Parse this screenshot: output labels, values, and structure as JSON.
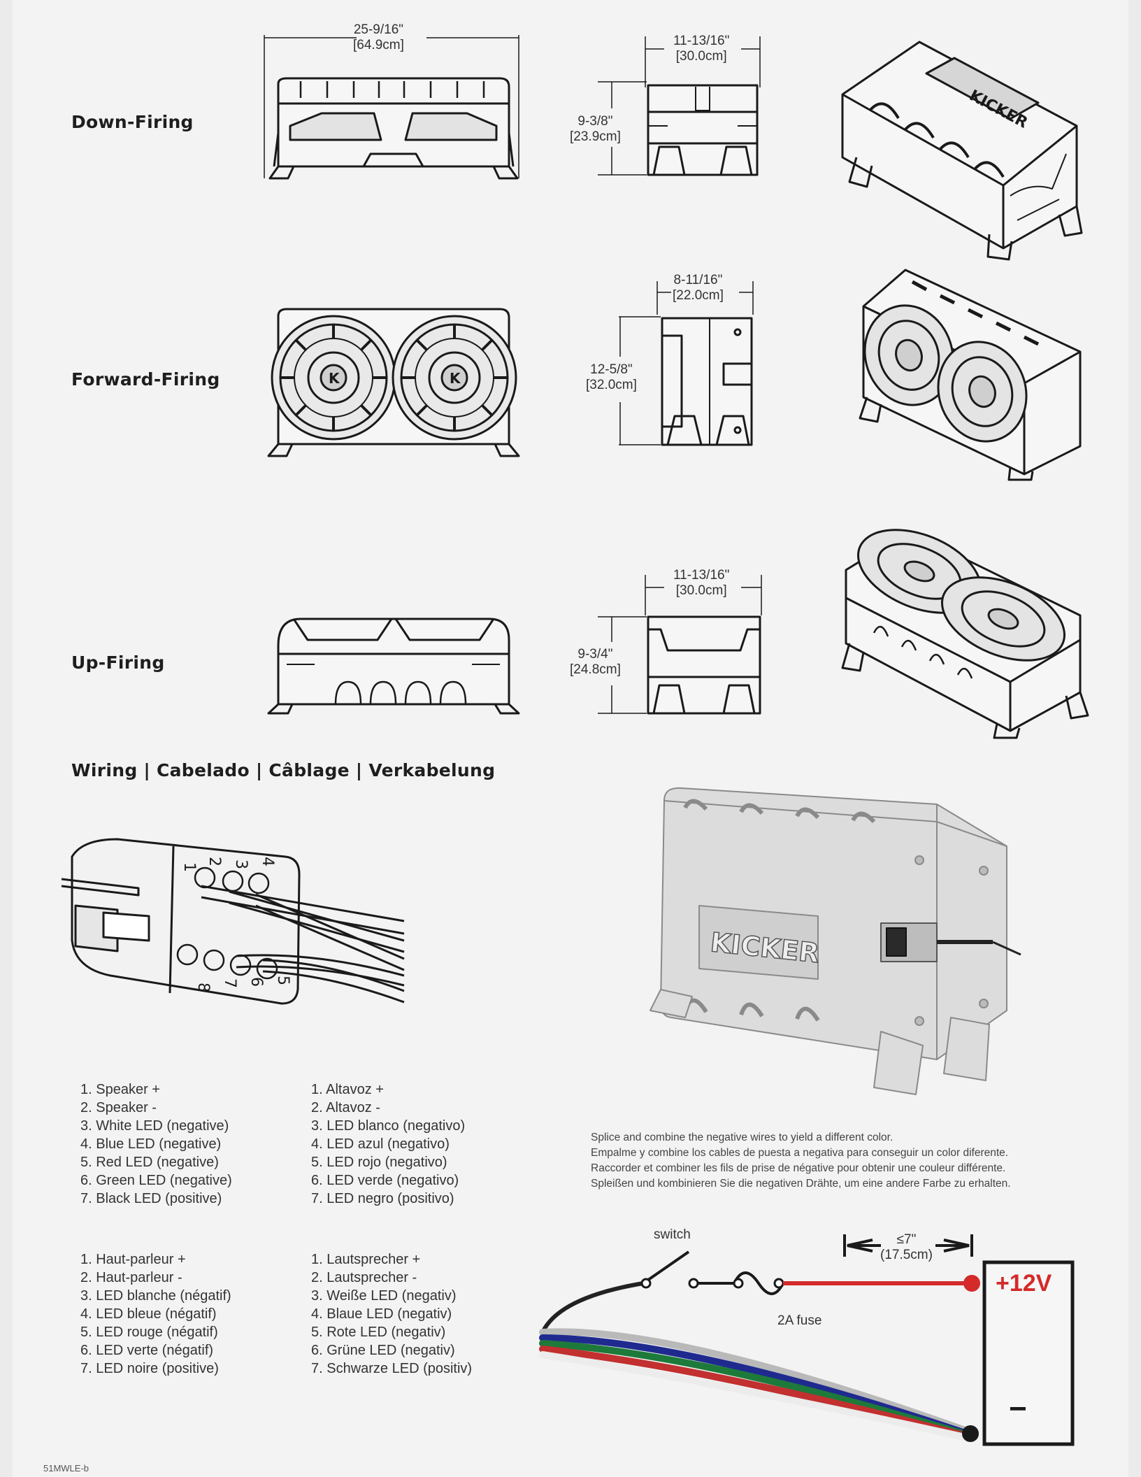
{
  "sections": {
    "down_firing": {
      "title": "Down-Firing",
      "width": {
        "in": "25-9/16\"",
        "cm": "[64.9cm]"
      },
      "depth": {
        "in": "11-13/16\"",
        "cm": "[30.0cm]"
      },
      "height": {
        "in": "9-3/8\"",
        "cm": "[23.9cm]"
      }
    },
    "forward_firing": {
      "title": "Forward-Firing",
      "depth": {
        "in": "8-11/16\"",
        "cm": "[22.0cm]"
      },
      "height": {
        "in": "12-5/8\"",
        "cm": "[32.0cm]"
      }
    },
    "up_firing": {
      "title": "Up-Firing",
      "depth": {
        "in": "11-13/16\"",
        "cm": "[30.0cm]"
      },
      "height": {
        "in": "9-3/4\"",
        "cm": "[24.8cm]"
      }
    }
  },
  "wiring": {
    "title": "Wiring | Cabelado | Câblage | Verkabelung",
    "connector_pins": [
      "1",
      "2",
      "3",
      "4",
      "5",
      "6",
      "7",
      "8"
    ],
    "enclosure_brand": "KICKER",
    "lists": {
      "english": [
        "1. Speaker +",
        "2. Speaker -",
        "3. White LED (negative)",
        "4. Blue LED (negative)",
        "5. Red LED (negative)",
        "6. Green LED (negative)",
        "7. Black LED (positive)"
      ],
      "spanish": [
        "1. Altavoz +",
        "2. Altavoz -",
        "3. LED blanco (negativo)",
        "4. LED azul (negativo)",
        "5. LED rojo (negativo)",
        "6. LED verde (negativo)",
        "7. LED negro (positivo)"
      ],
      "french": [
        "1. Haut-parleur +",
        "2. Haut-parleur -",
        "3. LED blanche (négatif)",
        "4. LED bleue (négatif)",
        "5. LED rouge (négatif)",
        "6. LED verte (négatif)",
        "7. LED noire (positive)"
      ],
      "german": [
        "1. Lautsprecher +",
        "2. Lautsprecher -",
        "3. Weiße LED (negativ)",
        "4. Blaue LED (negativ)",
        "5. Rote LED (negativ)",
        "6. Grüne LED (negativ)",
        "7. Schwarze LED (positiv)"
      ]
    },
    "splice_note": [
      "Splice and combine the negative wires to yield a different color.",
      "Empalme y combine los cables de puesta a negativa para conseguir un color diferente.",
      "Raccorder et combiner les fils de prise de négative pour obtenir une couleur différente.",
      "Spleißen und kombinieren Sie die negativen Drähte, um eine andere Farbe zu erhalten."
    ],
    "schematic": {
      "switch_label": "switch",
      "fuse_label": "2A fuse",
      "distance": "≤7\"",
      "distance_cm": "(17.5cm)",
      "positive_label": "+12V",
      "negative_label": "−",
      "colors": {
        "positive": "#d42a2a",
        "black": "#222222",
        "gray": "#b9b9b9",
        "blue": "#1f2a8f",
        "green": "#1e7a3a",
        "red": "#c23030",
        "white": "#ececec"
      }
    }
  },
  "footer_code": "51MWLE-b"
}
